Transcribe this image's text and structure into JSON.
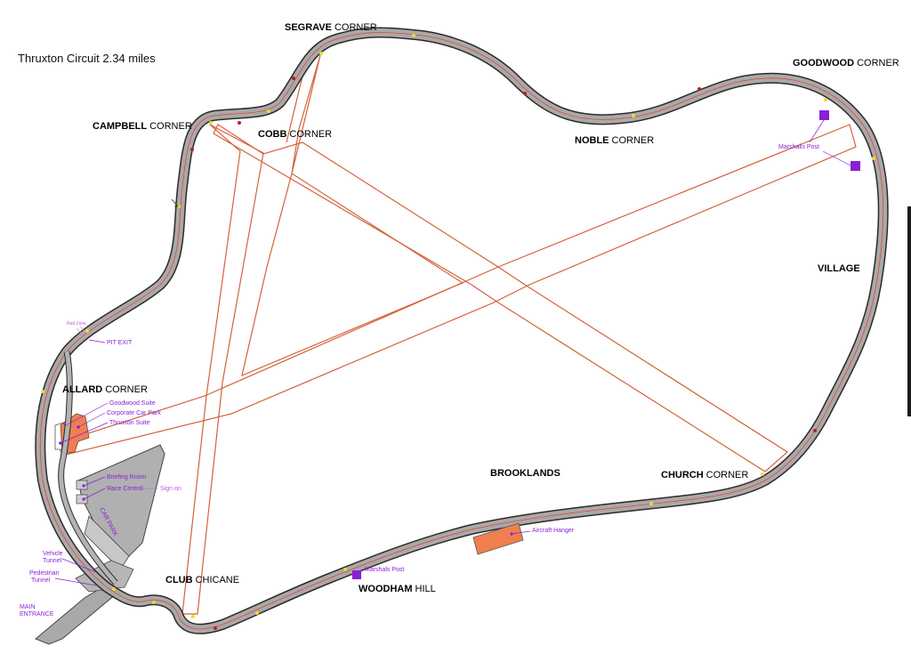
{
  "title": "Thruxton Circuit 2.34 miles",
  "colors": {
    "track_surface": "#a9a9a9",
    "track_edge": "#2b2b2b",
    "runway": "#d4623a",
    "building": "#f07f50",
    "marker": "#8a1fd6",
    "racing_line": "#e0473a"
  },
  "corners": {
    "segrave": {
      "name": "SEGRAVE",
      "type": "CORNER"
    },
    "goodwood": {
      "name": "GOODWOOD",
      "type": "CORNER"
    },
    "campbell": {
      "name": "CAMPBELL",
      "type": "CORNER"
    },
    "cobb": {
      "name": "COBB",
      "type": "CORNER"
    },
    "noble": {
      "name": "NOBLE",
      "type": "CORNER"
    },
    "village": {
      "name": "VILLAGE"
    },
    "allard": {
      "name": "ALLARD",
      "type": "CORNER"
    },
    "brooklands": {
      "name": "BROOKLANDS"
    },
    "church": {
      "name": "CHURCH",
      "type": "CORNER"
    },
    "club": {
      "name": "CLUB",
      "type": "CHICANE"
    },
    "woodham": {
      "name": "WOODHAM",
      "type": "HILL"
    }
  },
  "facilities": {
    "marshals_post_top": "Marshalls Post",
    "marshals_post_bottom": "Marshals Post",
    "pit_exit": "PIT EXIT",
    "red_zone": "Red Zone",
    "goodwood_suite": "Goodwood Suite",
    "corporate_car_park": "Corporate Car Park",
    "thruxton_suite": "Thruxton Suite",
    "briefing_room": "Briefing Room",
    "race_control": "Race Control",
    "sign_on": "Sign on",
    "car_park": "CAR PARK",
    "vehicle_tunnel_1": "Vehicle",
    "vehicle_tunnel_2": "Tunnel",
    "pedestrian_tunnel_1": "Pedestrian",
    "pedestrian_tunnel_2": "Tunnel",
    "main_entrance_1": "MAIN",
    "main_entrance_2": "ENTRANCE",
    "aircraft_hanger": "Aircraft Hanger"
  }
}
